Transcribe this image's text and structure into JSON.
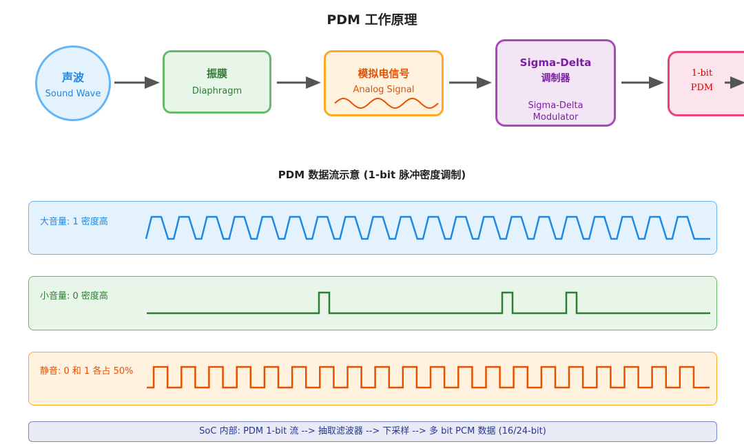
{
  "title": "PDM 工作原理",
  "flow": {
    "sound_wave": {
      "cn": "声波",
      "en": "Sound Wave"
    },
    "diaphragm": {
      "cn": "振膜",
      "en": "Diaphragm"
    },
    "analog": {
      "cn": "模拟电信号",
      "en": "Analog Signal"
    },
    "modulator": {
      "cn_1": "Sigma-Delta",
      "cn_2": "调制器",
      "en_1": "Sigma-Delta",
      "en_2": "Modulator"
    },
    "pdm": {
      "line1": "1-bit",
      "line2": "PDM"
    }
  },
  "subtitle": "PDM 数据流示意 (1-bit 脉冲密度调制)",
  "waves": {
    "loud": {
      "label": "大音量: 1 密度高",
      "color": "#1e88e5"
    },
    "quiet": {
      "label": "小音量: 0 密度高",
      "color": "#2e7d32"
    },
    "silent": {
      "label": "静音: 0 和 1 各占 50%",
      "color": "#e65100"
    }
  },
  "footer": "SoC 内部: PDM 1-bit 流 --> 抽取滤波器 --> 下采样 --> 多 bit PCM 数据 (16/24-bit)",
  "colors": {
    "arrow": "#555555",
    "analog_wave": "#e65100"
  }
}
